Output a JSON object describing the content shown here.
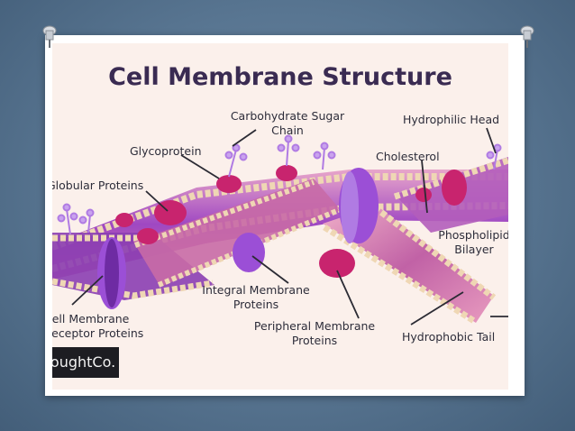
{
  "title": "Cell Membrane Structure",
  "labels": {
    "carbohydrate_1": "Carbohydrate Sugar",
    "carbohydrate_2": "Chain",
    "hydrophilic_head": "Hydrophilic Head",
    "glycoprotein": "Glycoprotein",
    "cholesterol": "Cholesterol",
    "globular_proteins": "Globular Proteins",
    "phospholipid_1": "Phospholipid",
    "phospholipid_2": "Bilayer",
    "integral_1": "Integral Membrane",
    "integral_2": "Proteins",
    "receptor_1": "Cell Membrane",
    "receptor_2": "Receptor Proteins",
    "peripheral_1": "Peripheral Membrane",
    "peripheral_2": "Proteins",
    "hydrophobic_tail": "Hydrophobic Tail"
  },
  "logo": "ThoughtCo.",
  "colors": {
    "background": "#587591",
    "stage": "#fbf0eb",
    "title": "#3a2b52",
    "membrane_purple": "#8a3fb0",
    "head_bead": "#efd7b4",
    "protein_magenta": "#c8246e",
    "protein_violet": "#9b4fd6"
  }
}
